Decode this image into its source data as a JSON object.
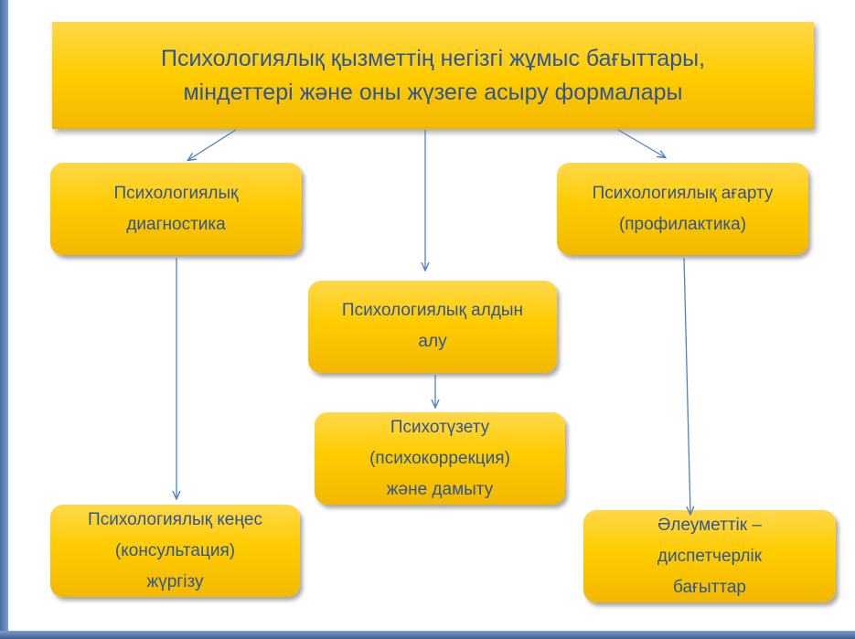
{
  "title": {
    "line1": "Психологиялық қызметтің негізгі жұмыс бағыттары,",
    "line2": "міндеттері және оны жүзеге асыру формалары"
  },
  "boxes": {
    "diagnostics": {
      "line1": "Психологиялық",
      "line2": "диагностика"
    },
    "enlightenment": {
      "line1": "Психологиялық ағарту",
      "line2": "(профилактика)"
    },
    "prevention": {
      "line1": "Психологиялық алдын",
      "line2": "алу"
    },
    "correction": {
      "line1": "Психотүзету",
      "line2": "(психокоррекция)",
      "line3": "және дамыту"
    },
    "consultation": {
      "line1": "Психологиялық кеңес",
      "line2": "(консультация)",
      "line3": "жүргізу"
    },
    "social": {
      "line1": "Әлеуметтік –",
      "line2": "диспетчерлік",
      "line3": "бағыттар"
    }
  },
  "colors": {
    "box_fill": "#ffcc00",
    "text": "#2f5597",
    "arrow": "#4f81bd",
    "frame": "#4a6fa5"
  }
}
